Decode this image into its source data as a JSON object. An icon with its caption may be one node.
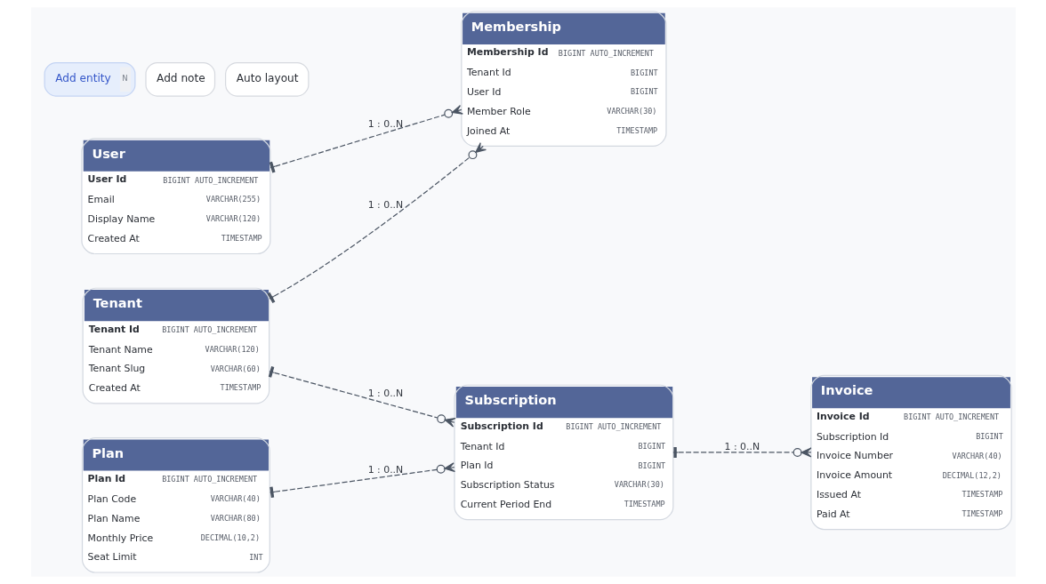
{
  "diagram": {
    "nodes": [
      {
        "text": [
          "User",
          "User Id",
          "BIGINT AUTO_INCREMENT",
          "Email",
          "VARCHAR(255)",
          "Display Name",
          "VARCHAR(120)",
          "Created At",
          "TIMESTAMP"
        ]
      },
      {
        "text": [
          "Membership",
          "Membership Id",
          "BIGINT AUTO_INCREMENT",
          "Tenant Id",
          "BIGINT",
          "User Id",
          "BIGINT",
          "Member Role",
          "VARCHAR(30)",
          "Joined At",
          "TIMESTAMP"
        ]
      },
      {
        "text": [
          "Plan",
          "Plan Id",
          "BIGINT AUTO_INCREMENT",
          "Plan Code",
          "VARCHAR(40)",
          "Plan Name",
          "VARCHAR(80)",
          "Monthly Price",
          "DECIMAL(10,2)",
          "Seat Limit",
          "INT"
        ]
      },
      {
        "text": [
          "Tenant",
          "Tenant Id",
          "BIGINT AUTO_INCREMENT",
          "Tenant Name",
          "VARCHAR(120)",
          "Tenant Slug",
          "VARCHAR(60)",
          "Created At",
          "TIMESTAMP"
        ]
      },
      {
        "text": [
          "Subscription",
          "Subscription Id",
          "BIGINT AUTO_INCREMENT",
          "Tenant Id",
          "BIGINT",
          "Plan Id",
          "BIGINT",
          "Subscription Status",
          "VARCHAR(30)",
          "Current Period End",
          "TIMESTAMP"
        ]
      },
      {
        "text": [
          "Invoice",
          "Invoice Id",
          "BIGINT AUTO_INCREMENT",
          "Subscription Id",
          "BIGINT",
          "Invoice Number",
          "VARCHAR(40)",
          "Invoice Amount",
          "DECIMAL(12,2)",
          "Issued At",
          "TIMESTAMP",
          "Paid At",
          "TIMESTAMP"
        ]
      }
    ],
    "edges": [
      {
        "from": 0,
        "to": 1,
        "arrow": "other",
        "label": "1 : 0..N",
        "style": "dashed"
      },
      {
        "from": 3,
        "to": 1,
        "arrow": "other",
        "label": "1 : 0..N",
        "style": "dashed"
      },
      {
        "from": 2,
        "to": 4,
        "arrow": "other",
        "label": "1 : 0..N",
        "style": "dashed"
      },
      {
        "from": 3,
        "to": 4,
        "arrow": "other",
        "label": "1 : 0..N",
        "style": "dashed"
      },
      {
        "from": 4,
        "to": 5,
        "arrow": "other",
        "label": "1 : 0..N",
        "style": "dashed"
      }
    ],
    "labels": [
      "Add entity",
      "N",
      "Add note",
      "Auto layout"
    ]
  }
}
